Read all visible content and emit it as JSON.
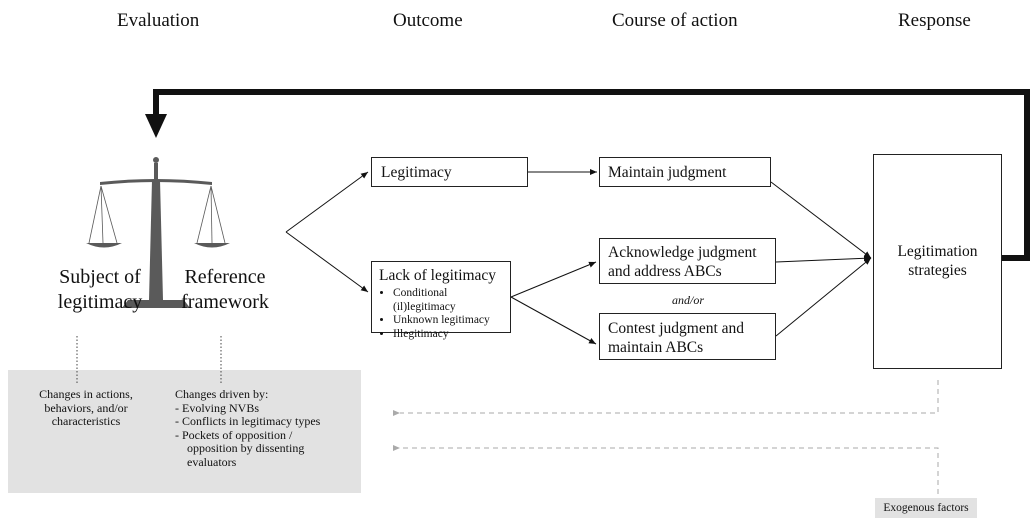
{
  "headers": {
    "evaluation": "Evaluation",
    "outcome": "Outcome",
    "course_of_action": "Course of action",
    "response": "Response"
  },
  "scale": {
    "left_label": "Subject of\nlegitimacy",
    "right_label": "Reference\nframework"
  },
  "outcomes": {
    "legitimacy": "Legitimacy",
    "lack": {
      "title": "Lack of legitimacy",
      "items": [
        "Conditional (il)legitimacy",
        "Unknown legitimacy",
        "Illegitimacy"
      ]
    }
  },
  "actions": {
    "maintain": "Maintain judgment",
    "acknowledge": "Acknowledge judgment\nand address ABCs",
    "and_or": "and/or",
    "contest": "Contest judgment and\nmaintain ABCs"
  },
  "response": {
    "strategies": "Legitimation\nstrategies"
  },
  "changes": {
    "left": "Changes in actions,\nbehaviors, and/or\ncharacteristics",
    "right_title": "Changes driven by:",
    "right_items": [
      "Evolving NVBs",
      "Conflicts in legitimacy types",
      "Pockets of opposition / opposition by dissenting evaluators"
    ],
    "exogenous": "Exogenous factors"
  },
  "colors": {
    "scale": "#5a5a5a",
    "panel": "#e2e2e2",
    "dashed": "#aaaaaa",
    "arrow": "#111111"
  }
}
